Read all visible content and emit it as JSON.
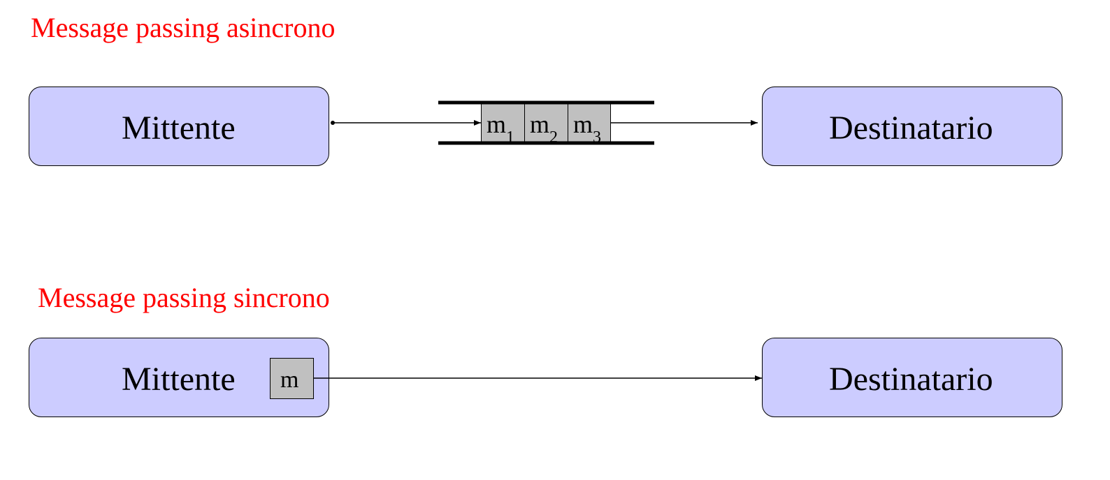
{
  "colors": {
    "title": "#ff0000",
    "box_fill": "#ccccff",
    "message_fill": "#c0c0c0",
    "line": "#000000"
  },
  "async": {
    "title": "Message passing asincrono",
    "sender": "Mittente",
    "receiver": "Destinatario",
    "queue": [
      {
        "base": "m",
        "sub": "1"
      },
      {
        "base": "m",
        "sub": "2"
      },
      {
        "base": "m",
        "sub": "3"
      }
    ]
  },
  "sync": {
    "title": "Message passing sincrono",
    "sender": "Mittente",
    "receiver": "Destinatario",
    "message": "m"
  }
}
